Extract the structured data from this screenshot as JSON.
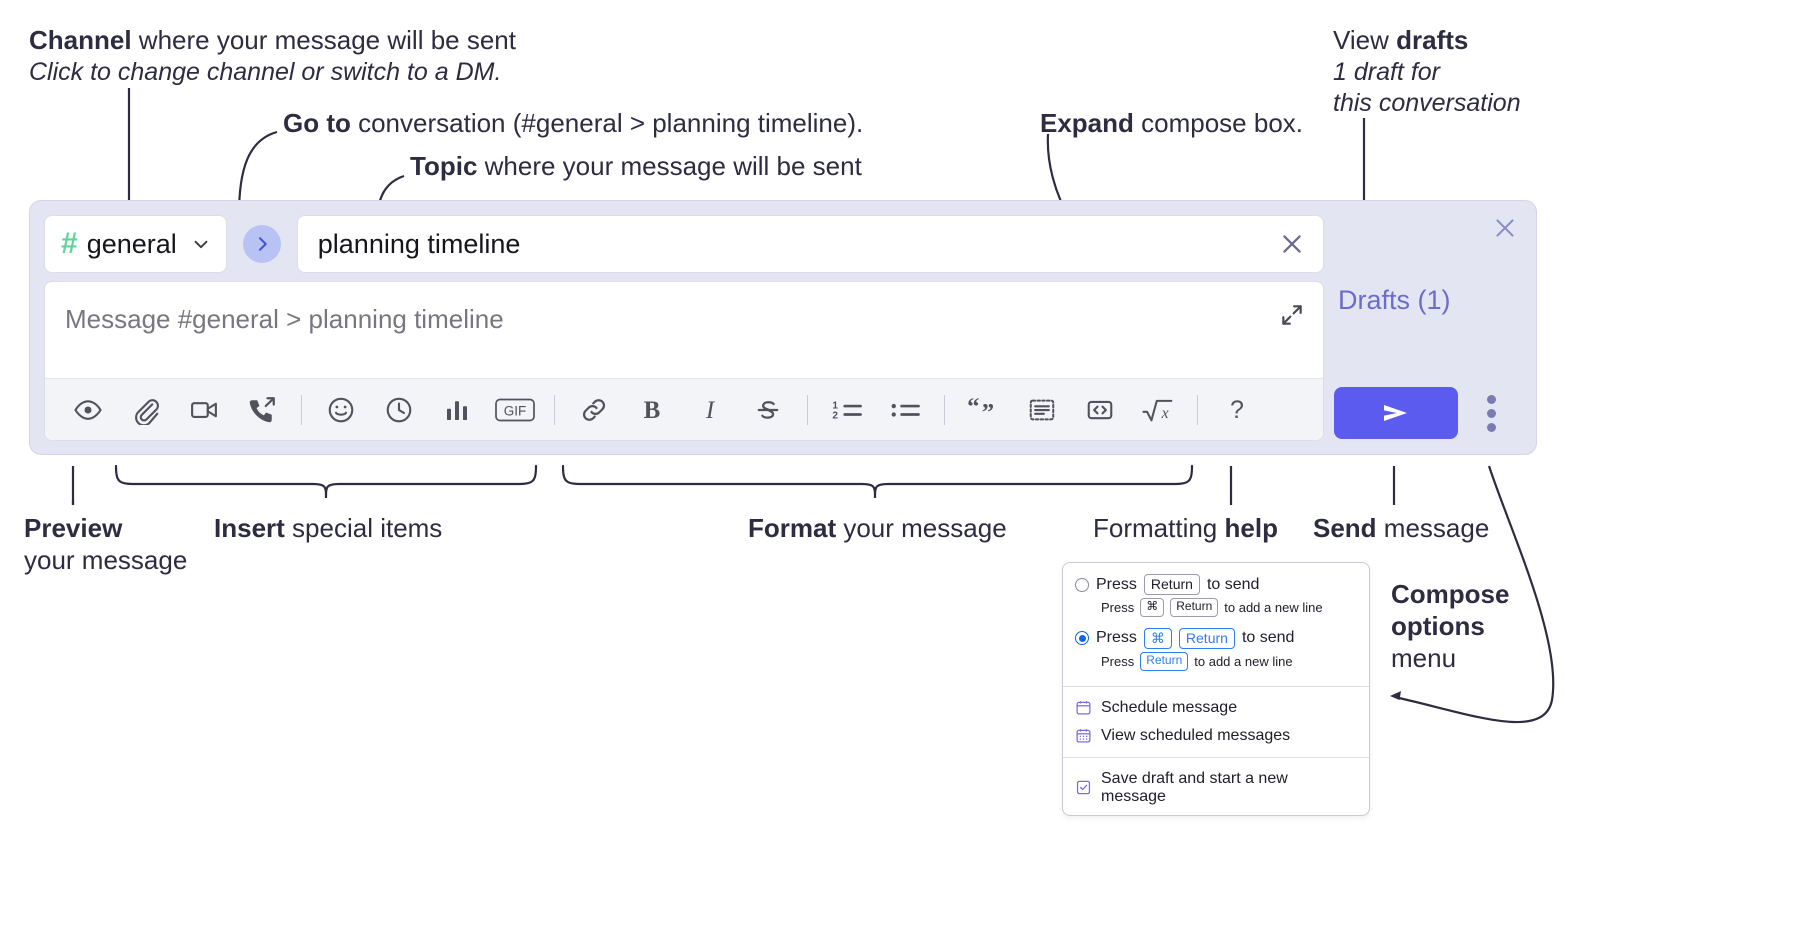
{
  "annotations": {
    "channel": {
      "bold": "Channel",
      "rest": " where your message will be sent",
      "sub": "Click to change channel or switch to a DM."
    },
    "goto": {
      "bold": "Go to",
      "rest": " conversation (#general > planning timeline)."
    },
    "topic": {
      "bold": "Topic",
      "rest": " where your message will be sent"
    },
    "expand": {
      "bold": "Expand",
      "rest": " compose box."
    },
    "drafts": {
      "pre": "View ",
      "bold": "drafts",
      "sub1": "1 draft for",
      "sub2": "this conversation"
    },
    "preview": {
      "bold": "Preview",
      "line2": "your message"
    },
    "insert": {
      "bold": "Insert",
      "rest": " special items"
    },
    "format": {
      "bold": "Format",
      "rest": " your message"
    },
    "help": {
      "pre": "Formatting ",
      "bold": "help"
    },
    "send": {
      "bold": "Send",
      "rest": " message"
    },
    "compose_options": {
      "bold1": "Compose",
      "bold2": "options",
      "rest": "menu"
    }
  },
  "compose": {
    "channel": {
      "hash": "#",
      "name": "general",
      "chevron": "chevron-down-icon"
    },
    "goto_button_label": "›",
    "topic": {
      "value": "planning timeline",
      "clear_label": "×"
    },
    "message": {
      "placeholder": "Message #general > planning timeline",
      "value": ""
    },
    "drafts_label": "Drafts (1)",
    "close_label": "×",
    "toolbar": {
      "group_insert": [
        {
          "name": "preview-icon",
          "title": "Preview"
        },
        {
          "name": "attachment-icon",
          "title": "Attach file"
        },
        {
          "name": "video-icon",
          "title": "Record video clip"
        },
        {
          "name": "audio-call-icon",
          "title": "Record audio clip"
        }
      ],
      "group_special": [
        {
          "name": "emoji-icon",
          "title": "Emoji"
        },
        {
          "name": "clock-icon",
          "title": "Reminder"
        },
        {
          "name": "poll-icon",
          "title": "Poll"
        },
        {
          "name": "gif-icon",
          "title": "GIF",
          "text": "GIF"
        }
      ],
      "group_format": [
        {
          "name": "link-icon",
          "title": "Link"
        },
        {
          "name": "bold-icon",
          "title": "Bold",
          "text": "B"
        },
        {
          "name": "italic-icon",
          "title": "Italic",
          "text": "I"
        },
        {
          "name": "strikethrough-icon",
          "title": "Strikethrough",
          "text": "S"
        }
      ],
      "group_lists": [
        {
          "name": "ordered-list-icon",
          "title": "Ordered list"
        },
        {
          "name": "bulleted-list-icon",
          "title": "Bulleted list"
        }
      ],
      "group_blocks": [
        {
          "name": "blockquote-icon",
          "title": "Blockquote"
        },
        {
          "name": "code-block-icon",
          "title": "Code block"
        },
        {
          "name": "inline-code-icon",
          "title": "Code"
        },
        {
          "name": "math-icon",
          "title": "Math"
        }
      ],
      "group_help": [
        {
          "name": "help-icon",
          "title": "Formatting help",
          "text": "?"
        }
      ]
    },
    "send_button": {
      "name": "send-icon",
      "label": "Send"
    },
    "kebab": {
      "name": "compose-options-icon",
      "label": "More"
    },
    "expand": {
      "name": "expand-icon",
      "label": "Expand"
    }
  },
  "menu": {
    "options": [
      {
        "selected": false,
        "main": {
          "pre": "Press",
          "key": "Return",
          "post": "to send"
        },
        "sub": {
          "pre": "Press",
          "key1": "⌘",
          "key2": "Return",
          "post": "to add a new line"
        }
      },
      {
        "selected": true,
        "main": {
          "pre": "Press",
          "key1": "⌘",
          "key2": "Return",
          "post": "to send"
        },
        "sub": {
          "pre": "Press",
          "key": "Return",
          "post": "to add a new line"
        }
      }
    ],
    "items": [
      {
        "icon": "calendar-icon",
        "label": "Schedule message"
      },
      {
        "icon": "calendar-grid-icon",
        "label": "View scheduled messages"
      },
      {
        "icon": "save-draft-icon",
        "label": "Save draft and start a new message"
      }
    ]
  },
  "colors": {
    "panel_bg": "#e4e5f2",
    "accent_purple": "#5b5bef",
    "drafts_purple": "#6c6ccb",
    "hash_green": "#62d49a",
    "goto_blue": "#b9c2f5",
    "radio_blue": "#1264e6",
    "menu_icon_purple": "#7a6fe0"
  }
}
